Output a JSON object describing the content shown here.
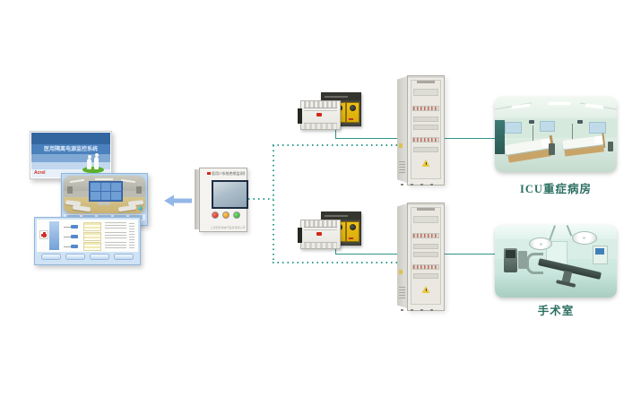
{
  "diagram": {
    "monitors": {
      "slide": {
        "title": "医用隔离电源监控系统",
        "logo": "Acrel"
      }
    },
    "panel": {
      "logo": "Acrel",
      "title": "医用IT系统绝缘监测装置",
      "footer": "上海安科瑞电气股份有限公司"
    },
    "branches": [
      {
        "name": "icu",
        "label": "ICU重症病房"
      },
      {
        "name": "operating-room",
        "label": "手术室"
      }
    ],
    "colors": {
      "bus": "#2f9d8f",
      "arrow": "#93b7e6",
      "label": "#2c6f62"
    }
  }
}
